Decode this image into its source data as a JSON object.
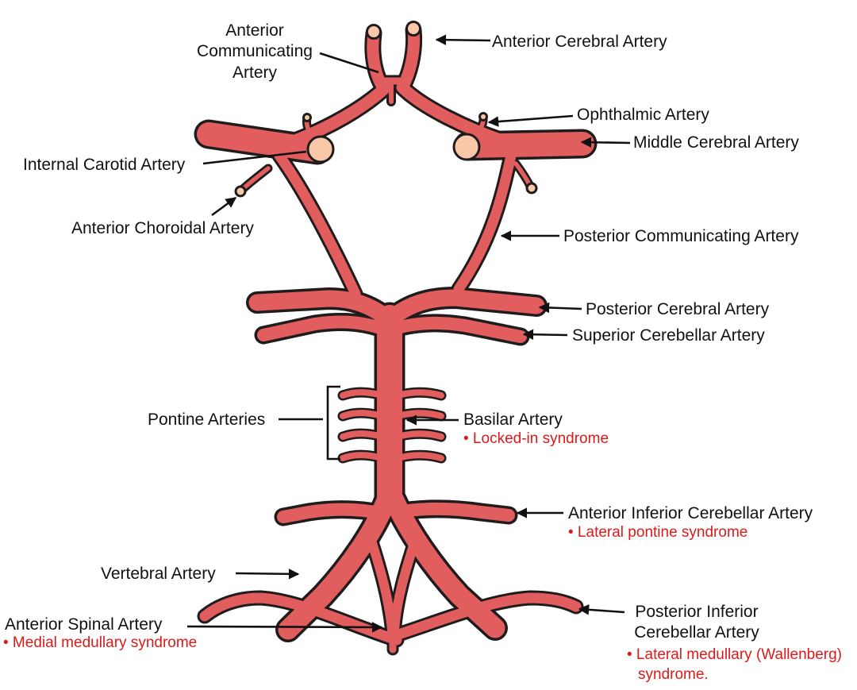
{
  "colors": {
    "background": "#FFFFFF",
    "vessel_fill": "#E25E5E",
    "vessel_outline": "#201C1D",
    "cut_end_fill": "#F8C8A8",
    "label_text": "#111111",
    "annotation_red": "#DD1A1A",
    "arrow": "#111111"
  },
  "labels": {
    "acom": {
      "text": "Anterior Communicating Artery"
    },
    "aca": {
      "text": "Anterior Cerebral Artery"
    },
    "ophthalmic": {
      "text": "Ophthalmic Artery"
    },
    "mca": {
      "text": "Middle Cerebral Artery"
    },
    "ica": {
      "text": "Internal Carotid Artery"
    },
    "achoroidal": {
      "text": "Anterior Choroidal Artery"
    },
    "pcom": {
      "text": "Posterior Communicating Artery"
    },
    "pca": {
      "text": "Posterior Cerebral Artery"
    },
    "sca": {
      "text": "Superior Cerebellar Artery"
    },
    "pontine": {
      "text": "Pontine Arteries"
    },
    "basilar": {
      "text": "Basilar Artery",
      "note": "• Locked-in syndrome"
    },
    "aica": {
      "text": "Anterior Inferior Cerebellar Artery",
      "note": "• Lateral pontine syndrome"
    },
    "vertebral": {
      "text": "Vertebral Artery"
    },
    "asa": {
      "text": "Anterior Spinal Artery",
      "note": "• Medial medullary syndrome"
    },
    "pica": {
      "text": "Posterior Inferior Cerebellar Artery",
      "note": "• Lateral medullary (Wallenberg) syndrome."
    }
  }
}
